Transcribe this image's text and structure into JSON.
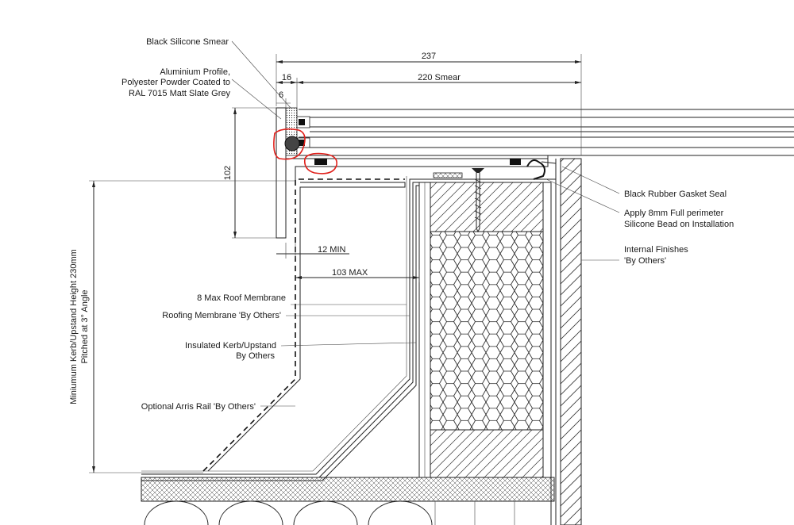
{
  "colors": {
    "line": "#222222",
    "annotation_red": "#e0201b",
    "background": "#ffffff"
  },
  "dimensions": {
    "overall": "237",
    "profile_width": "16",
    "smear": "220 Smear",
    "small": "6",
    "height": "102",
    "min_gap": "12 MIN",
    "max_gap": "103 MAX"
  },
  "labels": {
    "black_silicone_smear": "Black Silicone Smear",
    "aluminium_profile_1": "Aluminium Profile,",
    "aluminium_profile_2": "Polyester Powder Coated to",
    "aluminium_profile_3": "RAL 7015 Matt Slate Grey",
    "gasket_seal": "Black Rubber Gasket Seal",
    "silicone_bead_1": "Apply 8mm Full perimeter",
    "silicone_bead_2": "Silicone Bead on Installation",
    "internal_finishes_1": "Internal Finishes",
    "internal_finishes_2": "'By Others'",
    "roof_membrane": "8 Max Roof Membrane",
    "roofing_membrane": "Roofing Membrane 'By Others'",
    "insulated_kerb_1": "Insulated Kerb/Upstand",
    "insulated_kerb_2": "By Others",
    "arris_rail": "Optional Arris Rail 'By Others'",
    "kerb_height_1": "Miniumum Kerb/Upstand Height 230mm",
    "kerb_height_2": "Pitched at 3° Angle"
  }
}
